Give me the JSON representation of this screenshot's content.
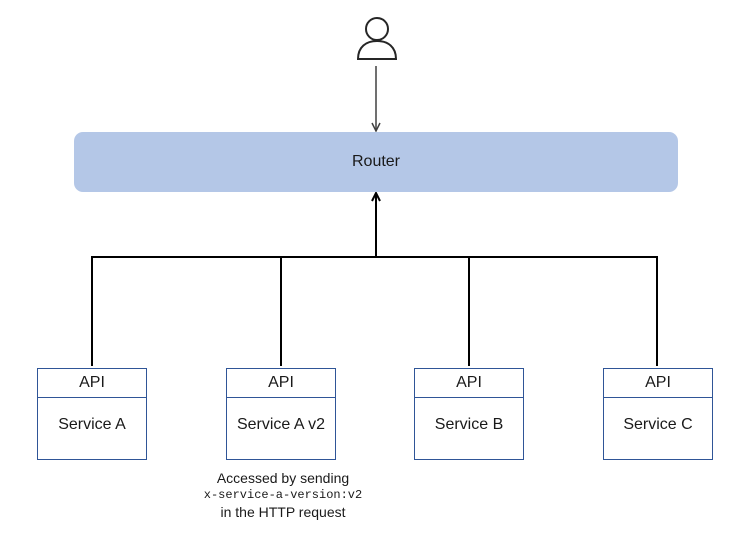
{
  "router": {
    "label": "Router"
  },
  "services": [
    {
      "api_label": "API",
      "name": "Service A"
    },
    {
      "api_label": "API",
      "name": "Service A v2"
    },
    {
      "api_label": "API",
      "name": "Service B"
    },
    {
      "api_label": "API",
      "name": "Service C"
    }
  ],
  "note": {
    "line1": "Accessed by sending",
    "line2": "x-service-a-version:v2",
    "line3": "in the HTTP request"
  },
  "icons": {
    "user": "user-icon"
  },
  "colors": {
    "router_fill": "#b4c7e7",
    "service_border": "#2f5597",
    "connector": "#000000",
    "user_arrow": "#404040"
  }
}
